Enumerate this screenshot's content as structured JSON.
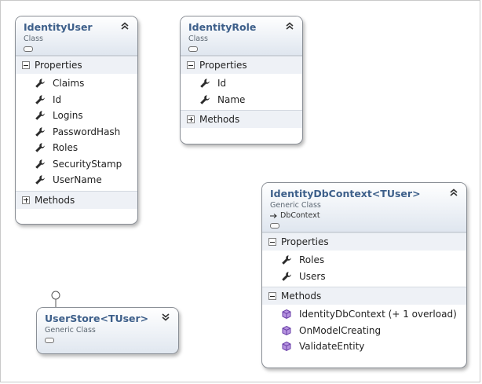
{
  "classes": {
    "identity_user": {
      "title": "IdentityUser",
      "kind": "Class",
      "properties_label": "Properties",
      "properties": [
        "Claims",
        "Id",
        "Logins",
        "PasswordHash",
        "Roles",
        "SecurityStamp",
        "UserName"
      ],
      "methods_label": "Methods"
    },
    "identity_role": {
      "title": "IdentityRole",
      "kind": "Class",
      "properties_label": "Properties",
      "properties": [
        "Id",
        "Name"
      ],
      "methods_label": "Methods"
    },
    "identity_db_context": {
      "title": "IdentityDbContext<TUser>",
      "kind": "Generic Class",
      "base_class": "DbContext",
      "properties_label": "Properties",
      "properties": [
        "Roles",
        "Users"
      ],
      "methods_label": "Methods",
      "methods": [
        "IdentityDbContext (+ 1 overload)",
        "OnModelCreating",
        "ValidateEntity"
      ]
    },
    "user_store": {
      "title": "UserStore<TUser>",
      "kind": "Generic Class"
    }
  },
  "icons": {
    "property": "wrench-icon",
    "method": "cube-icon",
    "collapse": "double-chevron-up-icon",
    "expand": "double-chevron-down-icon",
    "inherits": "arrow-right-icon",
    "interface": "lollipop-icon"
  },
  "colors": {
    "title": "#3d5f8a",
    "header_gradient_bottom": "#dfe6ef",
    "section_bg": "#eef1f6",
    "border": "#8a8f96",
    "method_icon": "#7a4fb3"
  }
}
